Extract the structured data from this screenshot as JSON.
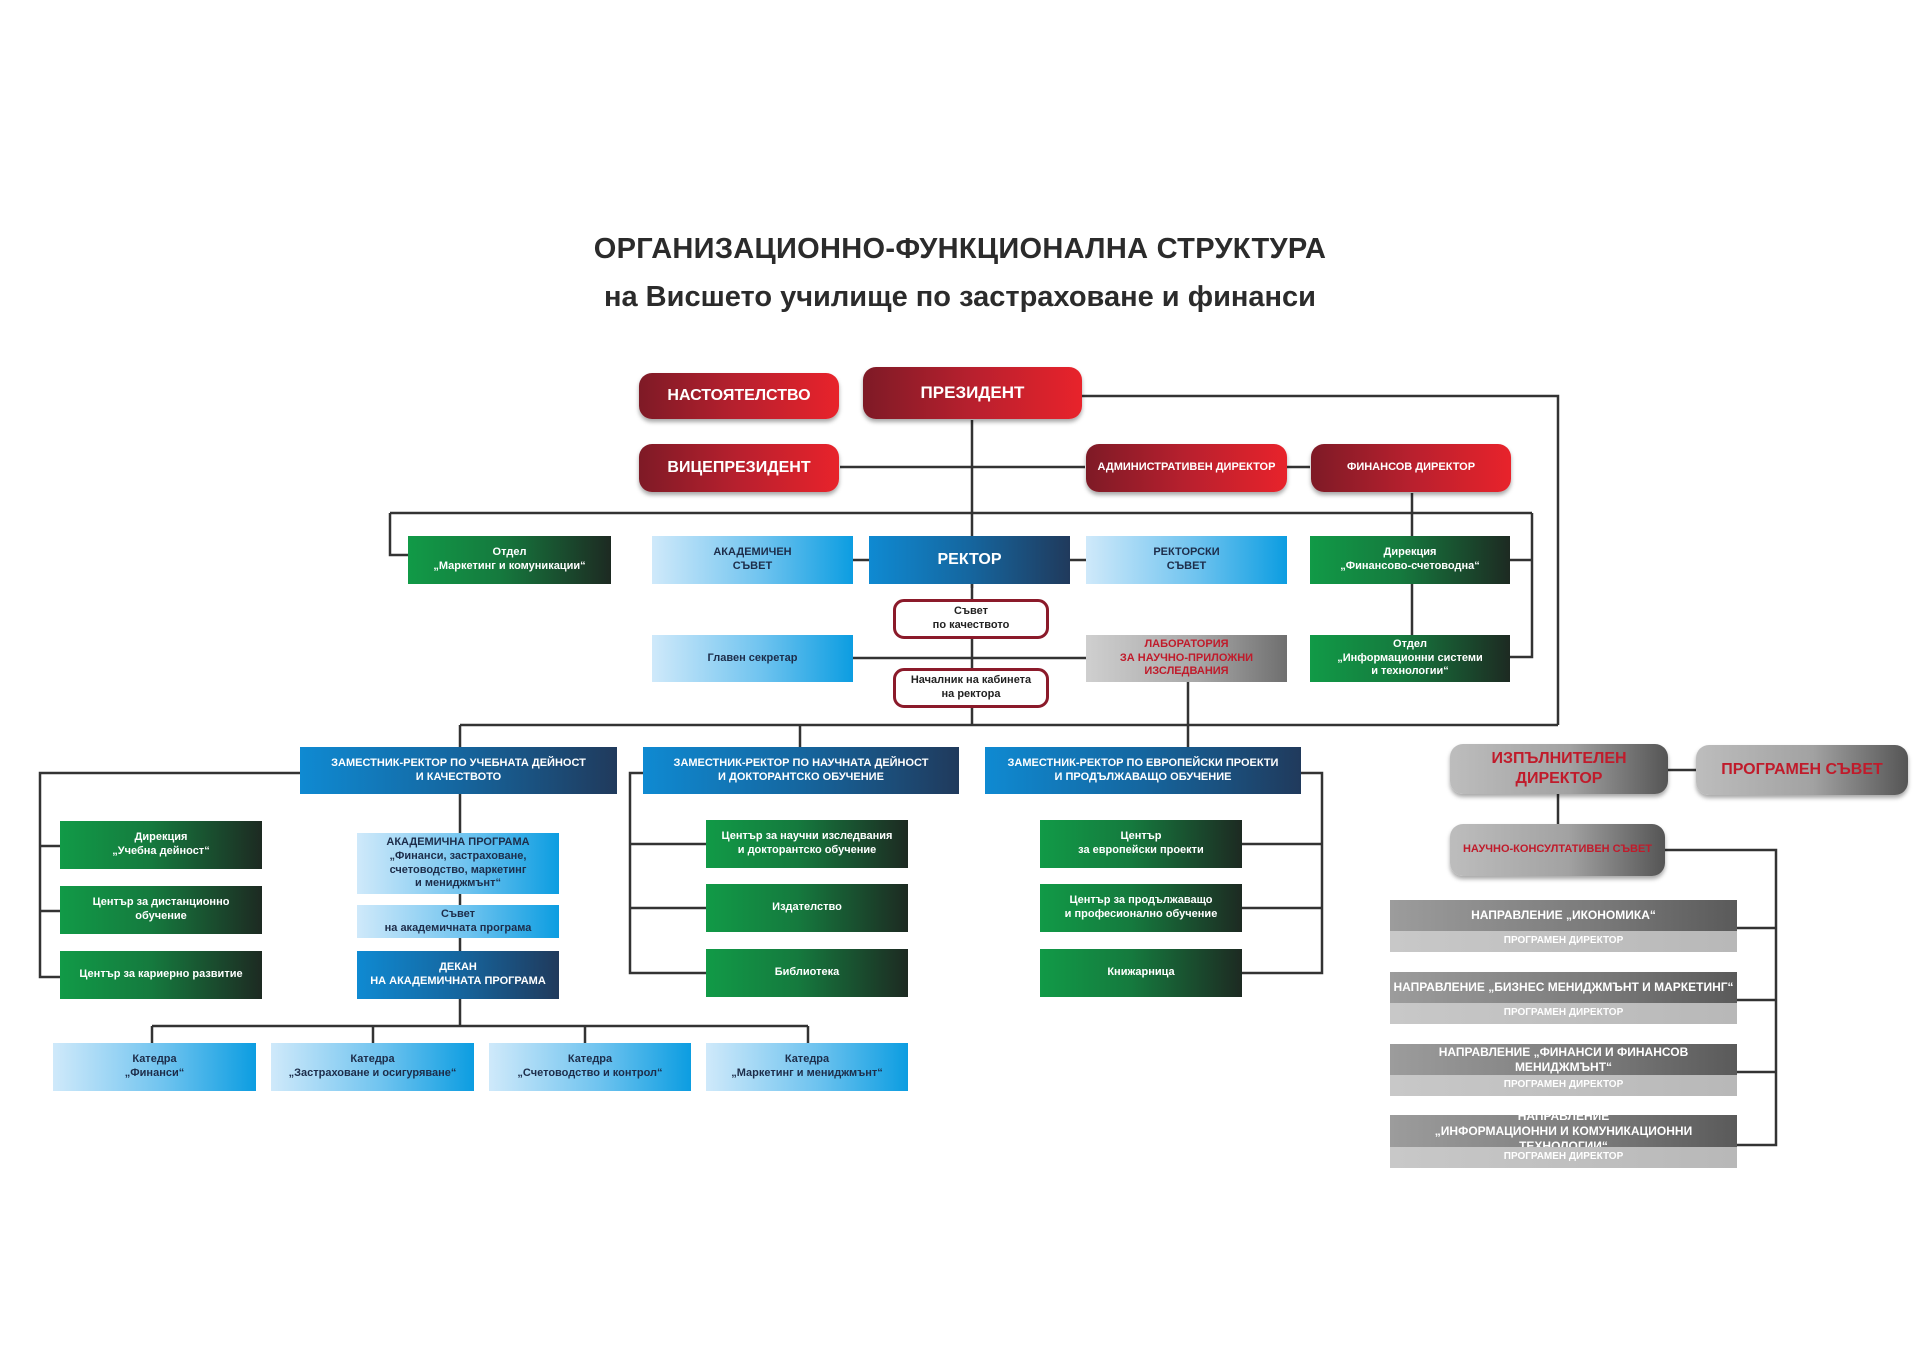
{
  "title": {
    "line1": "ОРГАНИЗАЦИОННО-ФУНКЦИОНАЛНА СТРУКТУРА",
    "line2": "на Висшето училище по застраховане и финанси"
  },
  "leadership": {
    "nastoyatelstvo": "НАСТОЯТЕЛСТВО",
    "president": "ПРЕЗИДЕНТ",
    "vicepresident": "ВИЦЕПРЕЗИДЕНТ",
    "admin_director": "АДМИНИСТРАТИВЕН ДИРЕКТОР",
    "finance_director": "ФИНАНСОВ ДИРЕКТОР"
  },
  "rector_level": {
    "marketing_dept": "Отдел\n„Маркетинг и комуникации“",
    "academic_council": "АКАДЕМИЧЕН\nСЪВЕТ",
    "rector": "РЕКТОР",
    "rector_council": "РЕКТОРСКИ\nСЪВЕТ",
    "finance_accounting": "Дирекция\n„Финансово-счетоводна“",
    "quality_council": "Съвет\nпо качеството",
    "chief_secretary": "Главен секретар",
    "lab": "ЛАБОРАТОРИЯ\nЗА НАУЧНО-ПРИЛОЖНИ\nИЗСЛЕДВАНИЯ",
    "it_dept": "Отдел\n„Информационни системи\nи технологии“",
    "cabinet_head": "Началник на кабинета\nна ректора"
  },
  "vice_rectors": {
    "education": "ЗАМЕСТНИК-РЕКТОР ПО УЧЕБНАТА ДЕЙНОСТ\nИ КАЧЕСТВОТО",
    "research": "ЗАМЕСТНИК-РЕКТОР ПО НАУЧНАТА ДЕЙНОСТ\nИ ДОКТОРАНТСКО ОБУЧЕНИЕ",
    "european": "ЗАМЕСТНИК-РЕКТОР ПО ЕВРОПЕЙСКИ ПРОЕКТИ\nИ ПРОДЪЛЖАВАЩО ОБУЧЕНИЕ"
  },
  "education_units": {
    "directorate": "Дирекция\n„Учебна дейност“",
    "distance": "Център за дистанционно\nобучение",
    "career": "Център за кариерно развитие",
    "program": "АКАДЕМИЧНА ПРОГРАМА\n„Финанси, застраховане,\nсчетоводство, маркетинг\nи мениджмънт“",
    "program_council": "Съвет\nна академичната програма",
    "dean": "ДЕКАН\nНА АКАДЕМИЧНАТА ПРОГРАМА"
  },
  "departments": [
    "Катедра\n„Финанси“",
    "Катедра\n„Застраховане и осигуряване“",
    "Катедра\n„Счетоводство и контрол“",
    "Катедра\n„Маркетинг и мениджмънт“"
  ],
  "research_units": [
    "Център за научни изследвания\nи докторантско обучение",
    "Издателство",
    "Библиотека"
  ],
  "european_units": [
    "Център\nза европейски проекти",
    "Център за продължаващо\nи професионално обучение",
    "Книжарница"
  ],
  "executive": {
    "executive_director": "ИЗПЪЛНИТЕЛЕН\nДИРЕКТОР",
    "program_council": "ПРОГРАМЕН СЪВЕТ",
    "scientific_council": "НАУЧНО-КОНСУЛТАТИВЕН СЪВЕТ"
  },
  "directions": [
    {
      "name": "НАПРАВЛЕНИЕ „ИКОНОМИКА“",
      "director": "ПРОГРАМЕН ДИРЕКТОР"
    },
    {
      "name": "НАПРАВЛЕНИЕ „БИЗНЕС МЕНИДЖМЪНТ И МАРКЕТИНГ“",
      "director": "ПРОГРАМЕН ДИРЕКТОР"
    },
    {
      "name": "НАПРАВЛЕНИЕ „ФИНАНСИ И ФИНАНСОВ МЕНИДЖМЪНТ“",
      "director": "ПРОГРАМЕН ДИРЕКТОР"
    },
    {
      "name": "НАПРАВЛЕНИЕ\n„ИНФОРМАЦИОННИ И КОМУНИКАЦИОННИ ТЕХНОЛОГИИ“",
      "director": "ПРОГРАМЕН ДИРЕКТОР"
    }
  ]
}
